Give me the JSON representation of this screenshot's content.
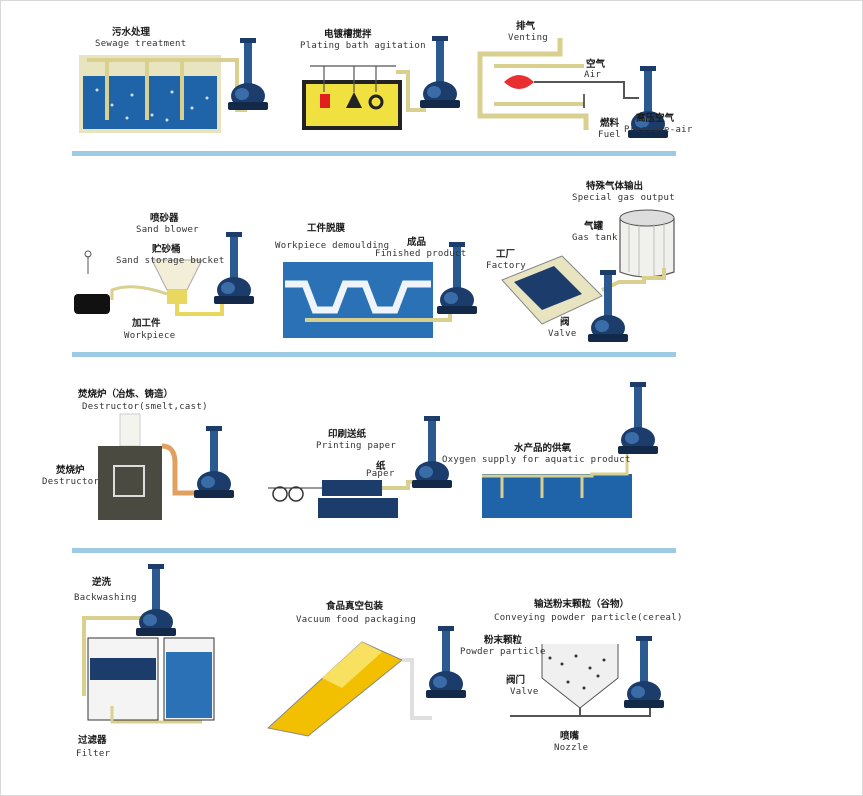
{
  "colors": {
    "water": "#1f64a8",
    "water_light": "#4a90cc",
    "pipe": "#d9cf8f",
    "pipe_orange": "#e0a060",
    "blower": "#1c3d6b",
    "divider": "#9ccbe3",
    "tank_yellow": "#f0e040",
    "mould_blue": "#2a72b5",
    "food_yellow": "#f2c000",
    "furnace": "#4a4a40"
  },
  "cells": {
    "sewage": {
      "zh": "污水处理",
      "en": "Sewage treatment"
    },
    "plating": {
      "zh": "电镀槽搅拌",
      "en": "Plating bath agitation"
    },
    "burner": {
      "venting_zh": "排气",
      "venting_en": "Venting",
      "air_zh": "空气",
      "air_en": "Air",
      "fuel_zh": "燃料",
      "fuel_en": "Fuel",
      "pressure_zh": "高压空气",
      "pressure_en": "Pressure-air"
    },
    "sand": {
      "blower_zh": "喷砂器",
      "blower_en": "Sand blower",
      "bucket_zh": "贮砂桶",
      "bucket_en": "Sand storage bucket",
      "workpiece_zh": "加工件",
      "workpiece_en": "Workpiece"
    },
    "demould": {
      "zh": "工件脱膜",
      "en": "Workpiece demoulding",
      "finished_zh": "成品",
      "finished_en": "Finished product"
    },
    "gas": {
      "zh": "特殊气体输出",
      "en": "Special gas output",
      "tank_zh": "气罐",
      "tank_en": "Gas tank",
      "factory_zh": "工厂",
      "factory_en": "Factory",
      "valve_zh": "阀",
      "valve_en": "Valve"
    },
    "destructor": {
      "zh": "焚烧炉（冶炼、铸造）",
      "en": "Destructor(smelt,cast)",
      "side_zh": "焚烧炉",
      "side_en": "Destructor"
    },
    "printing": {
      "zh": "印刷送纸",
      "en": "Printing paper",
      "paper_zh": "纸",
      "paper_en": "Paper"
    },
    "aquatic": {
      "zh": "水产品的供氧",
      "en": "Oxygen supply for aquatic product"
    },
    "backwash": {
      "zh": "逆洗",
      "en": "Backwashing",
      "filter_zh": "过滤器",
      "filter_en": "Filter"
    },
    "vacuum": {
      "zh": "食品真空包装",
      "en": "Vacuum food packaging"
    },
    "powder": {
      "zh": "输送粉末颗粒（谷物）",
      "en": "Conveying powder particle(cereal)",
      "particle_zh": "粉末颗粒",
      "particle_en": "Powder particle",
      "valve_zh": "阀门",
      "valve_en": "Valve",
      "nozzle_zh": "喷嘴",
      "nozzle_en": "Nozzle"
    }
  }
}
